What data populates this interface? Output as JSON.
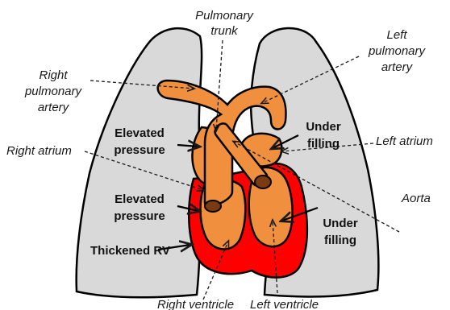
{
  "labels": {
    "pulmonary_trunk_1": "Pulmonary",
    "pulmonary_trunk_2": "trunk",
    "left_pa_1": "Left",
    "left_pa_2": "pulmonary",
    "left_pa_3": "artery",
    "right_pa_1": "Right",
    "right_pa_2": "pulmonary",
    "right_pa_3": "artery",
    "right_atrium": "Right atrium",
    "left_atrium": "Left atrium",
    "aorta": "Aorta",
    "right_ventricle": "Right ventricle",
    "left_ventricle": "Left ventricle",
    "elevated_pressure_top_1": "Elevated",
    "elevated_pressure_top_2": "pressure",
    "elevated_pressure_bottom_1": "Elevated",
    "elevated_pressure_bottom_2": "pressure",
    "under_filling_top_1": "Under",
    "under_filling_top_2": "filling",
    "under_filling_bottom_1": "Under",
    "under_filling_bottom_2": "filling",
    "thickened_rv": "Thickened RV"
  },
  "colors": {
    "lung": "#d9d9d9",
    "vessel": "#f0903e",
    "thickened_wall": "#ff0000",
    "outline": "#000000",
    "vessel_lumen": "#7a3b12"
  }
}
